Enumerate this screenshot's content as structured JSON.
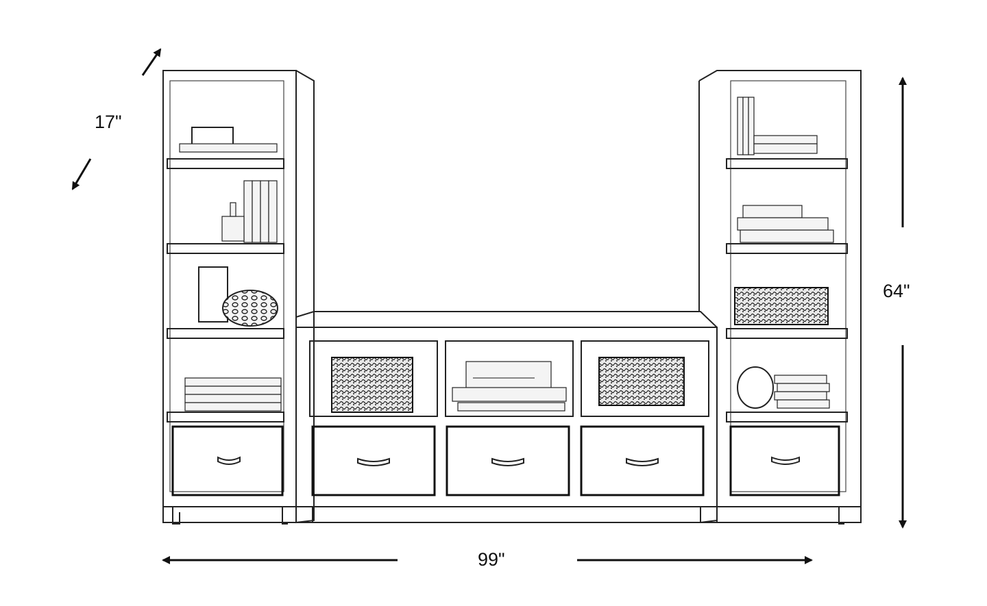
{
  "dimensions": {
    "depth": "17\"",
    "height": "64\"",
    "width": "99\""
  },
  "colors": {
    "line": "#222222",
    "background": "#ffffff"
  }
}
